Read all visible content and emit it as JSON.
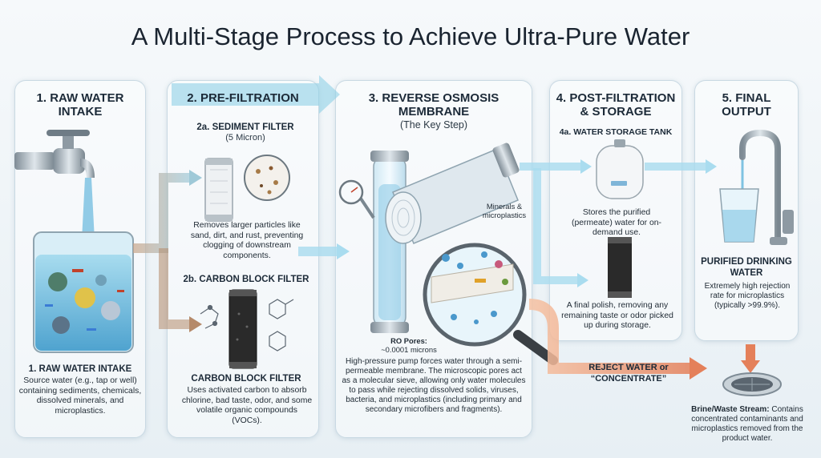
{
  "title": "A Multi-Stage Process to Achieve Ultra-Pure Water",
  "stage1": {
    "heading": "1. RAW WATER INTAKE",
    "caption_title": "1. RAW WATER INTAKE",
    "caption_text": "Source water (e.g., tap or well) containing sediments, chemicals, dissolved minerals, and microplastics."
  },
  "stage2": {
    "heading": "2. PRE-FILTRATION",
    "sediment_title": "2a. SEDIMENT FILTER",
    "sediment_sub": "(5 Micron)",
    "sediment_text": "Removes larger particles like sand, dirt, and rust, preventing clogging of downstream components.",
    "carbon_title": "2b. CARBON BLOCK FILTER",
    "carbon_label": "CARBON BLOCK FILTER",
    "carbon_text": "Uses activated carbon to absorb chlorine, bad taste, odor, and some volatile organic compounds (VOCs)."
  },
  "stage3": {
    "heading": "3. REVERSE OSMOSIS MEMBRANE",
    "subheading": "(The Key Step)",
    "minerals_label": "Minerals & microplastics",
    "pores_title": "RO Pores:",
    "pores_value": "~0.0001 microns",
    "description": "High-pressure pump forces water through a semi-permeable membrane. The microscopic pores act as a molecular sieve, allowing only water molecules to pass while rejecting dissolved solids, viruses, bacteria, and microplastics (including primary and secondary microfibers and fragments)."
  },
  "stage4": {
    "heading": "4. POST-FILTRATION & STORAGE",
    "tank_title": "4a. WATER STORAGE TANK",
    "tank_text": "Stores the purified (permeate) water for on-demand use.",
    "polish_text": "A final polish, removing any remaining taste or odor picked up during storage."
  },
  "stage5": {
    "heading": "5. FINAL OUTPUT",
    "output_title": "PURIFIED DRINKING WATER",
    "output_text": "Extremely high rejection rate for microplastics (typically >99.9%)."
  },
  "reject": {
    "label": "REJECT WATER or “CONCENTRATE”",
    "brine_title": "Brine/Waste Stream:",
    "brine_text": "Contains concentrated contaminants and microplastics removed from the product water."
  },
  "colors": {
    "water": "#7fc3e2",
    "flow_clean": "#a9dcef",
    "flow_dirty": "#b58a6a",
    "reject": "#e4805a",
    "carbon": "#2a2a2a"
  }
}
